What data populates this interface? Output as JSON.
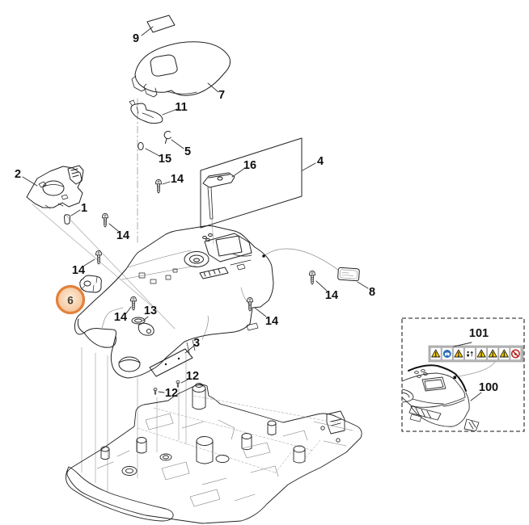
{
  "diagram": {
    "type": "exploded-parts-diagram",
    "subject": "robotic-mower-housing-assembly",
    "colors": {
      "background": "#ffffff",
      "line": "#222222",
      "highlight_fill": "#f8cda6",
      "highlight_ring": "#e2813c"
    },
    "callouts": [
      {
        "text": "9"
      },
      {
        "text": "7"
      },
      {
        "text": "11"
      },
      {
        "text": "5"
      },
      {
        "text": "15"
      },
      {
        "text": "16"
      },
      {
        "text": "4"
      },
      {
        "text": "2"
      },
      {
        "text": "1"
      },
      {
        "text": "14"
      },
      {
        "text": "14"
      },
      {
        "text": "14"
      },
      {
        "text": "6"
      },
      {
        "text": "14"
      },
      {
        "text": "13"
      },
      {
        "text": "3"
      },
      {
        "text": "12"
      },
      {
        "text": "12"
      },
      {
        "text": "14"
      },
      {
        "text": "14"
      },
      {
        "text": "8"
      }
    ],
    "highlighted_callout": "6",
    "inset": {
      "callouts": [
        {
          "text": "101"
        },
        {
          "text": "100"
        }
      ],
      "safety_label_icons": [
        "warning-triangle-icon",
        "read-manual-icon",
        "warning-triangle-icon",
        "keep-distance-icon",
        "warning-triangle-icon",
        "warning-triangle-icon",
        "warning-triangle-icon",
        "prohibition-icon"
      ]
    }
  }
}
